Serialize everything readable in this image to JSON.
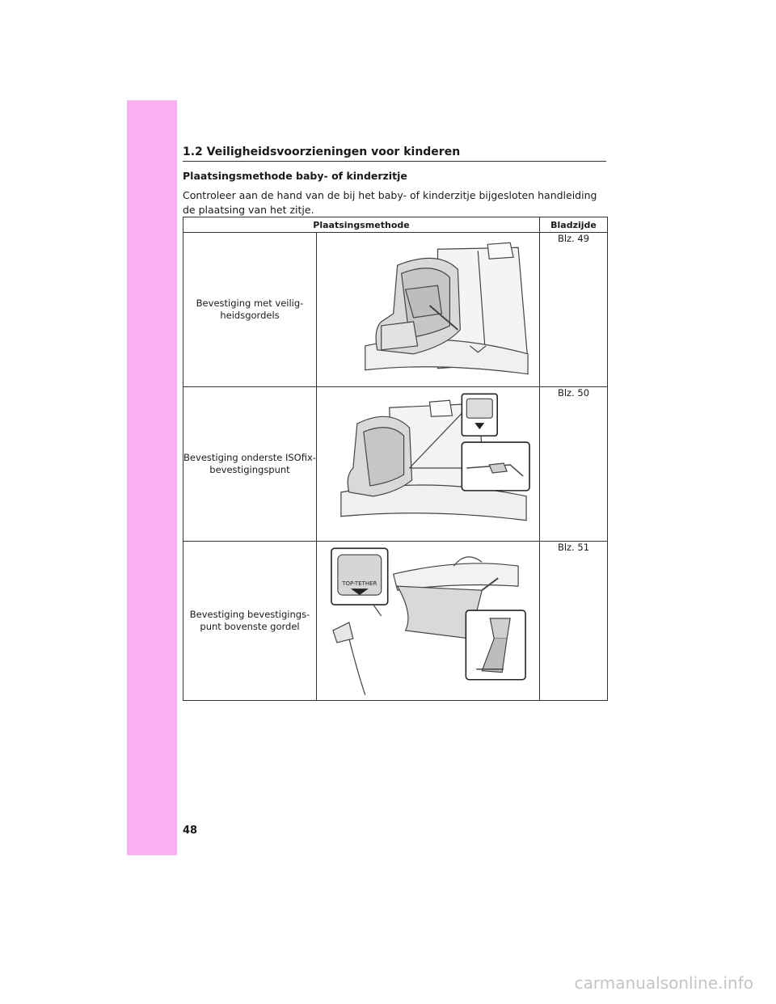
{
  "section": {
    "title": "1.2  Veiligheidsvoorzieningen voor kinderen"
  },
  "subheading": "Plaatsingsmethode baby- of kinderzitje",
  "intro": "Controleer aan de hand van de bij het baby- of kinderzitje bijgesloten handleiding de plaatsing van het zitje.",
  "table": {
    "headers": {
      "method": "Plaatsingsmethode",
      "page": "Bladzijde"
    },
    "rows": [
      {
        "label": "Bevestiging met veilig-heidsgordels",
        "page": "Blz. 49",
        "illustration": "child-seat-with-seatbelt"
      },
      {
        "label": "Bevestiging onderste ISOfix-bevestigingspunt",
        "page": "Blz. 50",
        "illustration": "child-seat-isofix"
      },
      {
        "label": "Bevestiging bevestigings-punt bovenste gordel",
        "page": "Blz. 51",
        "illustration": "child-seat-top-tether"
      }
    ]
  },
  "badge": {
    "top_tether": "TOP-TETHER"
  },
  "page_number": "48",
  "watermark": "carmanualsonline.info",
  "colors": {
    "side_tab": "#f9b1f3"
  }
}
